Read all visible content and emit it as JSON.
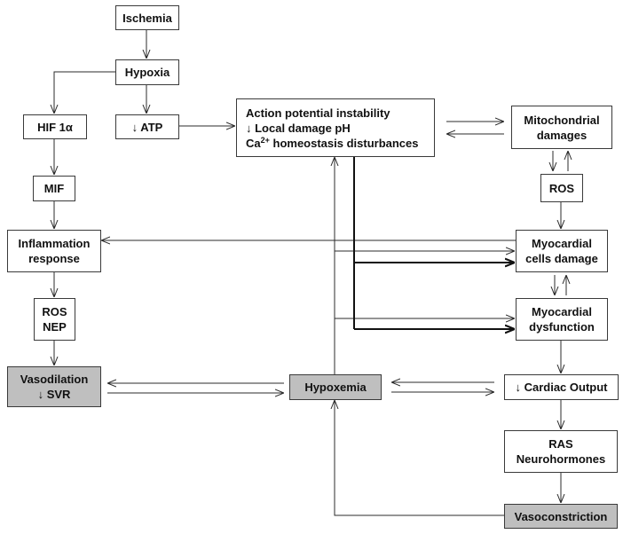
{
  "diagram": {
    "description": "Pathophysiology flow diagram: ischemia to myocardial dysfunction and vascular responses",
    "colors": {
      "box_fill": "#ffffff",
      "shaded_box_fill": "#bfbfbf",
      "border": "#3a3a3a",
      "line": "#2b2b2b"
    },
    "nodes": {
      "ischemia": {
        "lines": [
          "Ischemia"
        ]
      },
      "hypoxia": {
        "lines": [
          "Hypoxia"
        ]
      },
      "hif": {
        "lines": [
          "HIF 1α"
        ]
      },
      "atp": {
        "lines": [
          "↓ ATP"
        ]
      },
      "action": {
        "lines": [
          "Action potential instability",
          "↓ Local damage pH"
        ],
        "ca_line": {
          "prefix": "Ca",
          "superscript": "2+",
          "suffix": " homeostasis disturbances"
        }
      },
      "mitochondrial": {
        "lines": [
          "Mitochondrial",
          "damages"
        ]
      },
      "ros_right": {
        "lines": [
          "ROS"
        ]
      },
      "mif": {
        "lines": [
          "MIF"
        ]
      },
      "inflammation": {
        "lines": [
          "Inflammation",
          "response"
        ]
      },
      "myocardial_cells": {
        "lines": [
          "Myocardial",
          "cells damage"
        ]
      },
      "ros_nep": {
        "lines": [
          "ROS",
          "NEP"
        ]
      },
      "myocardial_dysfunction": {
        "lines": [
          "Myocardial",
          "dysfunction"
        ]
      },
      "vasodilation": {
        "lines": [
          "Vasodilation",
          "↓ SVR"
        ],
        "shaded": true
      },
      "hypoxemia": {
        "lines": [
          "Hypoxemia"
        ],
        "shaded": true
      },
      "cardiac_output": {
        "lines": [
          "↓ Cardiac Output"
        ]
      },
      "ras": {
        "lines": [
          "RAS",
          "Neurohormones"
        ]
      },
      "vasoconstriction": {
        "lines": [
          "Vasoconstriction"
        ],
        "shaded": true
      }
    },
    "edges": [
      {
        "from": "ischemia",
        "to": "hypoxia"
      },
      {
        "from": "hypoxia",
        "to": "hif"
      },
      {
        "from": "hypoxia",
        "to": "atp"
      },
      {
        "from": "atp",
        "to": "action"
      },
      {
        "from": "action",
        "to": "mitochondrial"
      },
      {
        "from": "mitochondrial",
        "to": "action"
      },
      {
        "from": "mitochondrial",
        "to": "ros_right"
      },
      {
        "from": "ros_right",
        "to": "mitochondrial"
      },
      {
        "from": "hif",
        "to": "mif"
      },
      {
        "from": "mif",
        "to": "inflammation"
      },
      {
        "from": "ros_right",
        "to": "myocardial_cells"
      },
      {
        "from": "myocardial_cells",
        "to": "inflammation"
      },
      {
        "from": "hypoxemia",
        "to": "action"
      },
      {
        "from": "hypoxemia",
        "to": "myocardial_cells"
      },
      {
        "from": "hypoxemia",
        "to": "myocardial_dysfunction"
      },
      {
        "from": "action",
        "to": "myocardial_cells",
        "emphasis": "bold"
      },
      {
        "from": "action",
        "to": "myocardial_dysfunction",
        "emphasis": "bold"
      },
      {
        "from": "myocardial_cells",
        "to": "myocardial_dysfunction"
      },
      {
        "from": "myocardial_dysfunction",
        "to": "myocardial_cells"
      },
      {
        "from": "inflammation",
        "to": "ros_nep"
      },
      {
        "from": "ros_nep",
        "to": "vasodilation"
      },
      {
        "from": "hypoxemia",
        "to": "vasodilation"
      },
      {
        "from": "vasodilation",
        "to": "hypoxemia"
      },
      {
        "from": "cardiac_output",
        "to": "hypoxemia"
      },
      {
        "from": "hypoxemia",
        "to": "cardiac_output"
      },
      {
        "from": "myocardial_dysfunction",
        "to": "cardiac_output"
      },
      {
        "from": "cardiac_output",
        "to": "ras"
      },
      {
        "from": "ras",
        "to": "vasoconstriction"
      },
      {
        "from": "vasoconstriction",
        "to": "hypoxemia"
      }
    ]
  }
}
